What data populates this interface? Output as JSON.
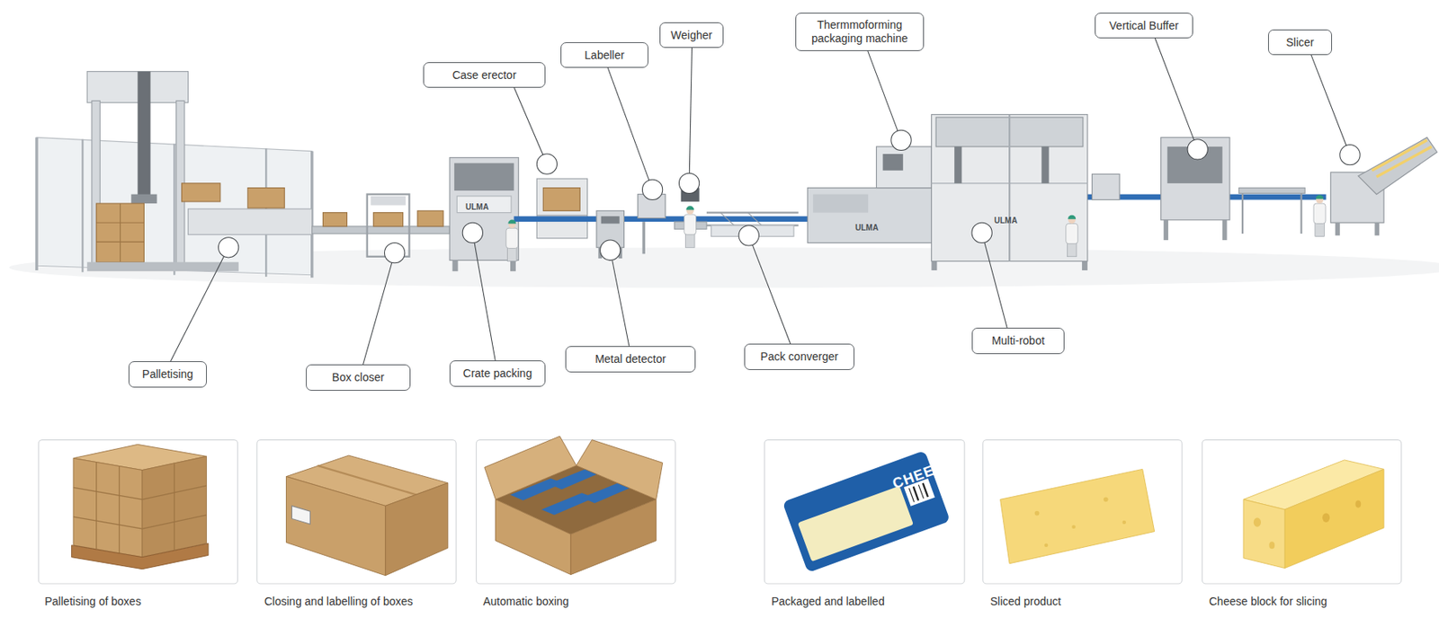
{
  "diagram": {
    "nodes": [
      {
        "text": [
          "Case erector"
        ]
      },
      {
        "text": [
          "Labeller"
        ]
      },
      {
        "text": [
          "Weigher"
        ]
      },
      {
        "text": [
          "Thermmoforming packaging machine"
        ]
      },
      {
        "text": [
          "Vertical Buffer"
        ]
      },
      {
        "text": [
          "Slicer"
        ]
      },
      {
        "text": [
          "Palletising"
        ]
      },
      {
        "text": [
          "Box closer"
        ]
      },
      {
        "text": [
          "Crate packing"
        ]
      },
      {
        "text": [
          "Metal detector"
        ]
      },
      {
        "text": [
          "Pack converger"
        ]
      },
      {
        "text": [
          "Multi-robot"
        ]
      }
    ],
    "labels": [
      "ULMA",
      "ULMA",
      "ULMA",
      "CHEESE",
      "Palletising of boxes",
      "Closing and labelling of boxes",
      "Automatic boxing",
      "Packaged and labelled",
      "Sliced product",
      "Cheese block for slicing"
    ]
  }
}
